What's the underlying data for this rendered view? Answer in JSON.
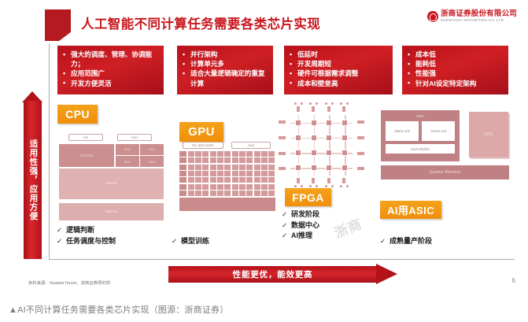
{
  "header": {
    "title": "人工智能不同计算任务需要各类芯片实现",
    "logo_cn": "浙商证券股份有限公司",
    "logo_en": "ZHESHANG SECURITIES CO.,LTD"
  },
  "axes": {
    "y_label": "适用性强，应用方便",
    "x_label": "性能更优，能效更高"
  },
  "columns": [
    {
      "key": "cpu",
      "tag": "CPU",
      "features": [
        "强大的调度、管理、协调能力；",
        "应用范围广",
        "开发方便灵活"
      ],
      "checks": [
        "逻辑判断",
        "任务调度与控制"
      ],
      "diagram": {
        "pin_labels": [
          "CU",
          "ALU"
        ],
        "control": "Control",
        "alus": [
          "ALU",
          "ALU",
          "ALU",
          "ALU"
        ],
        "cache": "Cache",
        "dram": "DRAM"
      }
    },
    {
      "key": "gpu",
      "tag": "GPU",
      "features": [
        "并行架构",
        "计算单元多",
        "适合大量逻辑确定的重复计算"
      ],
      "checks": [
        "模型训练"
      ],
      "diagram": {
        "pin_labels": [
          "CU and cache",
          "ALU"
        ],
        "grid_cols": 12,
        "grid_rows": 7,
        "left_strip": 7
      }
    },
    {
      "key": "fpga",
      "tag": "FPGA",
      "features": [
        "低延时",
        "开发周期短",
        "硬件可根据需求调整",
        "成本和壁垒高"
      ],
      "checks": [
        "研发阶段",
        "数据中心",
        "AI推理"
      ],
      "diagram": {
        "grid_cols": 4,
        "grid_rows": 4
      }
    },
    {
      "key": "asic",
      "tag": "AI用ASIC",
      "features": [
        "成本低",
        "能耗低",
        "性能强",
        "针对AI设定特定架构"
      ],
      "checks": [
        "成熟量产阶段"
      ],
      "diagram": {
        "npu": "NPU",
        "matrix_unit": "Matrix unit",
        "vector_unit": "Vector unit",
        "cache_buffer": "Cache/Buffer",
        "cpu": "CPU",
        "system_memory": "System Memory"
      }
    }
  ],
  "watermark": "浙商",
  "source_note": "资料来源：Huawei forum，浙商证券研究所",
  "page_number": "6",
  "caption": "▲AI不同计算任务需要各类芯片实现（图源：浙商证券）",
  "colors": {
    "brand_red": "#c8161d",
    "deep_red": "#b41219",
    "accent_orange": "#ef8f0b",
    "block_rose": "#cb8f90",
    "frame_grey": "#a9a9a9"
  }
}
